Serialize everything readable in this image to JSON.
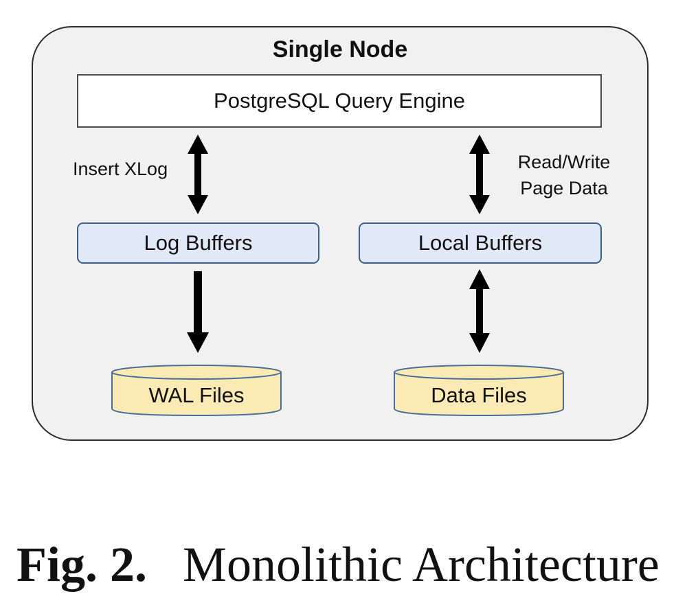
{
  "diagram": {
    "node_title": "Single Node",
    "engine": "PostgreSQL Query Engine",
    "labels": {
      "insert_xlog": "Insert XLog",
      "read_write_line1": "Read/Write",
      "read_write_line2": "Page Data"
    },
    "buffers": {
      "log": "Log Buffers",
      "local": "Local Buffers"
    },
    "files": {
      "wal": "WAL Files",
      "data": "Data Files"
    },
    "colors": {
      "frame_fill": "#f1f1f1",
      "frame_stroke": "#2b2b2b",
      "buffer_fill": "#dfe9f7",
      "buffer_stroke": "#3f5e86",
      "file_fill": "#fbeab3",
      "file_stroke": "#4a6d9b",
      "arrow": "#000000"
    },
    "arrows": [
      "double-arrow-engine-log-buffers",
      "double-arrow-engine-local-buffers",
      "arrow-log-buffers-wal-files",
      "double-arrow-local-buffers-data-files"
    ]
  },
  "caption": {
    "prefix": "Fig. 2.",
    "title": "Monolithic Architecture"
  }
}
